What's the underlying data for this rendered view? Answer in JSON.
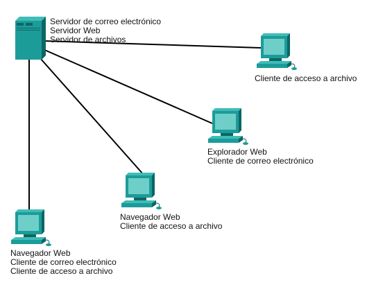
{
  "server": {
    "icon": "server-tower-icon",
    "roles": [
      "Servidor de correo electrónico",
      "Servidor Web",
      "Servidor de archivos"
    ]
  },
  "clients": [
    {
      "id": "pc-top-right",
      "icon": "desktop-pc-icon",
      "roles": [
        "Cliente de acceso a archivo"
      ]
    },
    {
      "id": "pc-middle-right",
      "icon": "desktop-pc-icon",
      "roles": [
        "Explorador Web",
        "Cliente de correo electrónico"
      ]
    },
    {
      "id": "pc-middle",
      "icon": "desktop-pc-icon",
      "roles": [
        "Navegador Web",
        "Cliente de acceso a archivo"
      ]
    },
    {
      "id": "pc-bottom-left",
      "icon": "desktop-pc-icon",
      "roles": [
        "Navegador Web",
        "Cliente de correo electrónico",
        "Cliente de acceso a archivo"
      ]
    }
  ],
  "colors": {
    "device_teal": "#1c9c99",
    "device_dark": "#0d6664",
    "device_light": "#3fbcb8",
    "screen": "#6ecfc9",
    "link": "#000000"
  }
}
